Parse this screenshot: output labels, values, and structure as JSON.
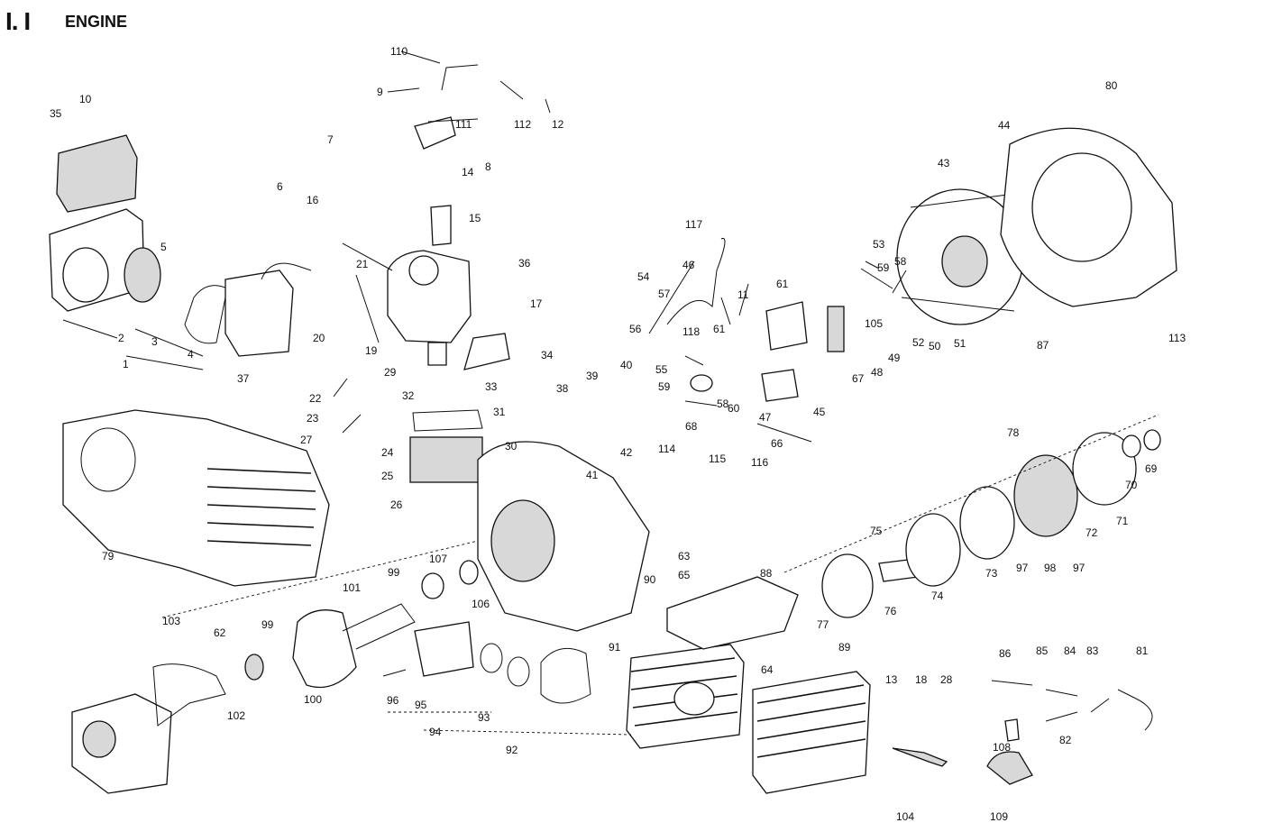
{
  "header": {
    "section_number": "I. I",
    "title": "ENGINE"
  },
  "parts": [
    "1",
    "2",
    "3",
    "4",
    "5",
    "6",
    "7",
    "8",
    "9",
    "10",
    "11",
    "12",
    "13",
    "14",
    "15",
    "16",
    "17",
    "18",
    "19",
    "20",
    "21",
    "22",
    "23",
    "24",
    "25",
    "26",
    "27",
    "28",
    "29",
    "30",
    "31",
    "32",
    "33",
    "34",
    "35",
    "36",
    "37",
    "38",
    "39",
    "40",
    "41",
    "42",
    "43",
    "44",
    "45",
    "46",
    "47",
    "48",
    "49",
    "50",
    "51",
    "52",
    "53",
    "54",
    "55",
    "56",
    "57",
    "58",
    "59",
    "59",
    "60",
    "61",
    "61",
    "62",
    "63",
    "64",
    "65",
    "66",
    "67",
    "68",
    "69",
    "70",
    "71",
    "72",
    "73",
    "74",
    "75",
    "76",
    "77",
    "78",
    "79",
    "80",
    "81",
    "82",
    "83",
    "84",
    "85",
    "86",
    "87",
    "88",
    "89",
    "90",
    "91",
    "92",
    "93",
    "94",
    "95",
    "96",
    "97",
    "97",
    "98",
    "99",
    "99",
    "100",
    "101",
    "102",
    "103",
    "104",
    "105",
    "106",
    "107",
    "108",
    "109",
    "110",
    "111",
    "112",
    "113",
    "114",
    "115",
    "116",
    "117",
    "118",
    "58"
  ]
}
